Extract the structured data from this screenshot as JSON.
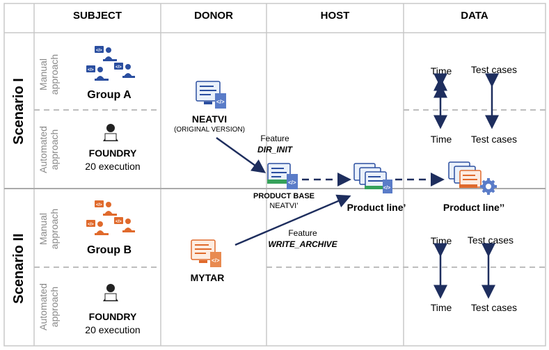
{
  "headers": {
    "subject": "SUBJECT",
    "donor": "DONOR",
    "host": "HOST",
    "data": "DATA"
  },
  "scenarios": [
    {
      "label": "Scenario I",
      "manual": {
        "approach": "Manual approach",
        "group": "Group A"
      },
      "automated": {
        "approach": "Automated approach",
        "tool": "FOUNDRY",
        "executions": "20 execution"
      },
      "donor": {
        "name": "NEATVI",
        "version": "(ORIGINAL VERSION)"
      },
      "feature": {
        "label": "Feature",
        "name": "DIR_INIT"
      },
      "data_manual": {
        "time": "Time",
        "test_cases": "Test cases"
      },
      "data_automated": {
        "time": "Time",
        "test_cases": "Test cases"
      }
    },
    {
      "label": "Scenario II",
      "manual": {
        "approach": "Manual approach",
        "group": "Group B"
      },
      "automated": {
        "approach": "Automated approach",
        "tool": "FOUNDRY",
        "executions": "20 execution"
      },
      "donor": {
        "name": "MYTAR"
      },
      "feature": {
        "label": "Feature",
        "name": "WRITE_ARCHIVE"
      },
      "data_manual": {
        "time": "Time",
        "test_cases": "Test cases"
      },
      "data_automated": {
        "time": "Time",
        "test_cases": "Test cases"
      }
    }
  ],
  "host": {
    "product_base": "PRODUCT BASE",
    "product_base_name": "NEATVI’",
    "product_line": "Product line’",
    "product_line_final": "Product line’’"
  },
  "colors": {
    "scenario1_people": "#2b4fa0",
    "scenario2_people": "#e06a2c",
    "arrows": "#1e2e5e",
    "grid": "#c8c8c8",
    "dashed": "#bdbdbd"
  }
}
